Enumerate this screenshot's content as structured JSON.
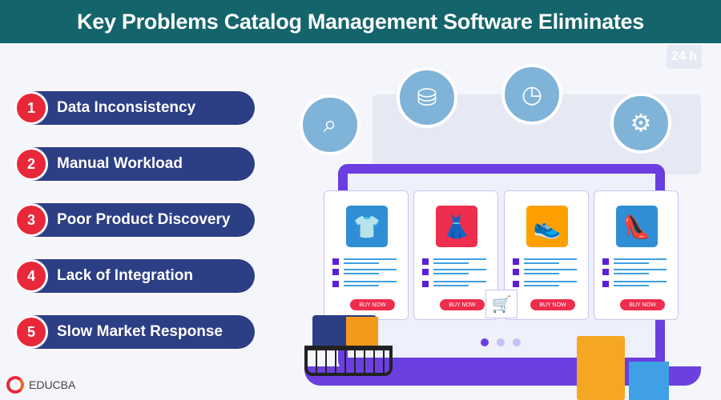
{
  "header": {
    "title": "Key Problems Catalog Management Software Eliminates"
  },
  "problems": [
    {
      "number": "1",
      "label": "Data Inconsistency"
    },
    {
      "number": "2",
      "label": "Manual Workload"
    },
    {
      "number": "3",
      "label": "Poor Product Discovery"
    },
    {
      "number": "4",
      "label": "Lack of Integration"
    },
    {
      "number": "5",
      "label": "Slow Market Response"
    }
  ],
  "illustration": {
    "buy_label": "BUY NOW",
    "badge_24h": "24 h",
    "products": [
      "t-shirt",
      "dress",
      "sneaker",
      "high-heel"
    ]
  },
  "brand": {
    "name": "EDUCBA"
  },
  "colors": {
    "header": "#13646b",
    "pill": "#2c3e84",
    "number": "#e8283a",
    "laptop": "#6a3ee0"
  }
}
